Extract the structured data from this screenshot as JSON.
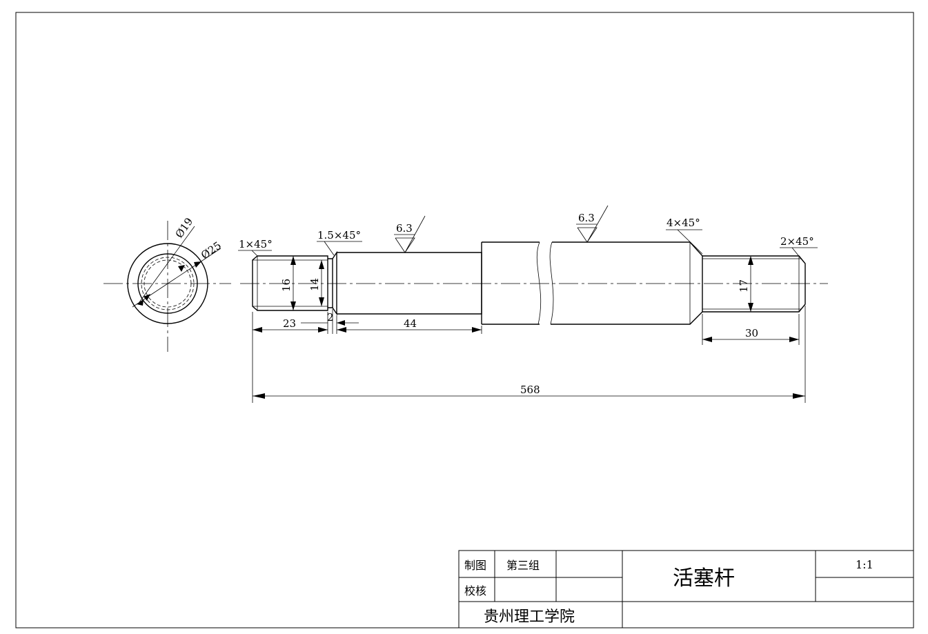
{
  "drawing": {
    "dimensions": {
      "d_inner": "Ø19",
      "d_outer": "Ø25",
      "chamfer_left": "1×45°",
      "chamfer_step": "1.5×45°",
      "chamfer_shoulder": "4×45°",
      "chamfer_right": "2×45°",
      "roughness_1": "6.3",
      "roughness_2": "6.3",
      "dia_16": "16",
      "dia_14": "14",
      "dia_17": "17",
      "len_23": "23",
      "len_2": "2",
      "len_44": "44",
      "len_30": "30",
      "len_568": "568"
    }
  },
  "title_block": {
    "drawn_by_label": "制图",
    "drawn_by_value": "第三组",
    "checked_label": "校核",
    "part_name": "活塞杆",
    "scale": "1:1",
    "school": "贵州理工学院"
  }
}
